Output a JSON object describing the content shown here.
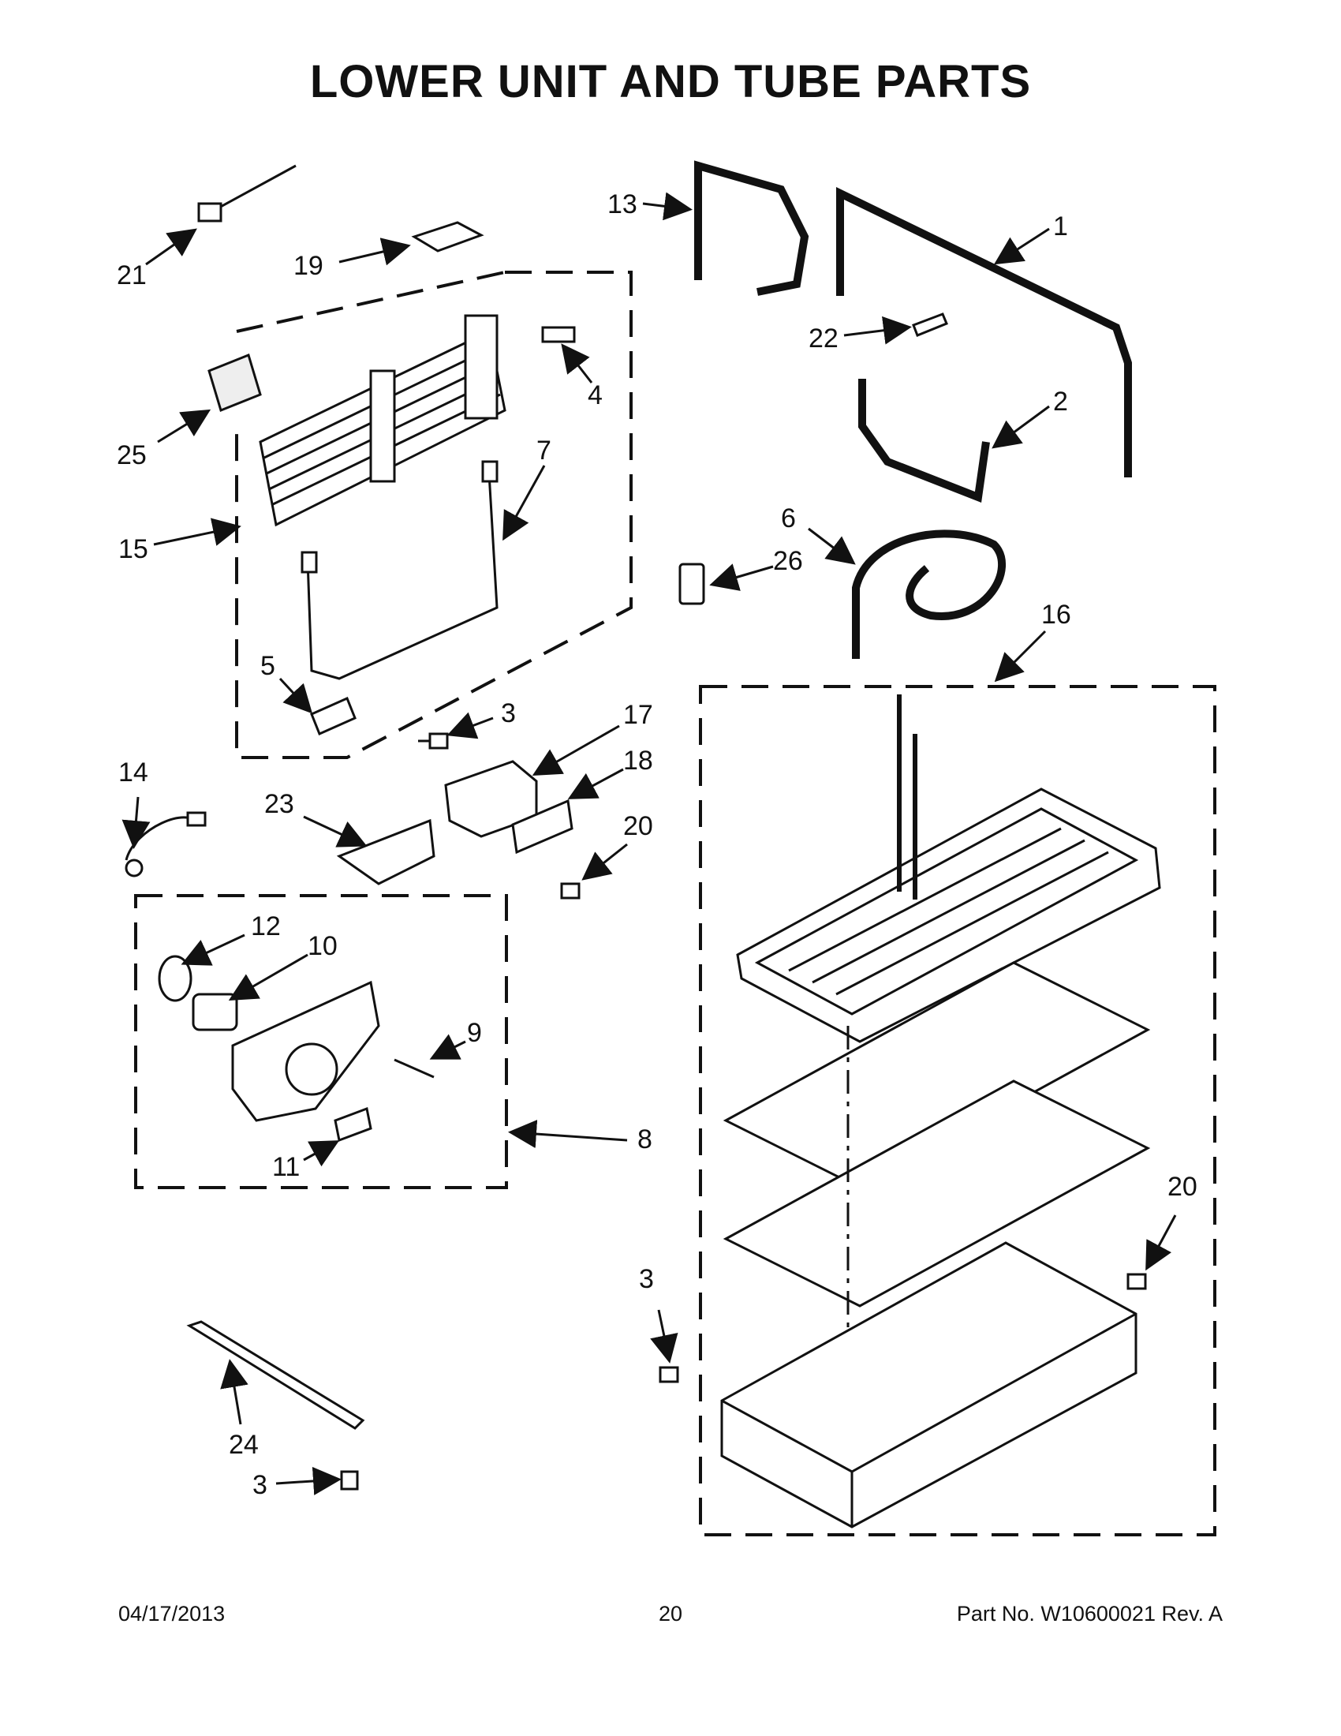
{
  "title": "LOWER UNIT AND TUBE PARTS",
  "footer": {
    "date": "04/17/2013",
    "page": "20",
    "part_no": "Part No.  W10600021  Rev.  A"
  },
  "callouts": {
    "c1": "1",
    "c2": "2",
    "c3a": "3",
    "c3b": "3",
    "c3c": "3",
    "c4": "4",
    "c5": "5",
    "c6": "6",
    "c7": "7",
    "c8": "8",
    "c9": "9",
    "c10": "10",
    "c11": "11",
    "c12": "12",
    "c13": "13",
    "c14": "14",
    "c15": "15",
    "c16": "16",
    "c17": "17",
    "c18": "18",
    "c19": "19",
    "c20a": "20",
    "c20b": "20",
    "c21": "21",
    "c22": "22",
    "c23": "23",
    "c24": "24",
    "c25": "25",
    "c26": "26"
  }
}
